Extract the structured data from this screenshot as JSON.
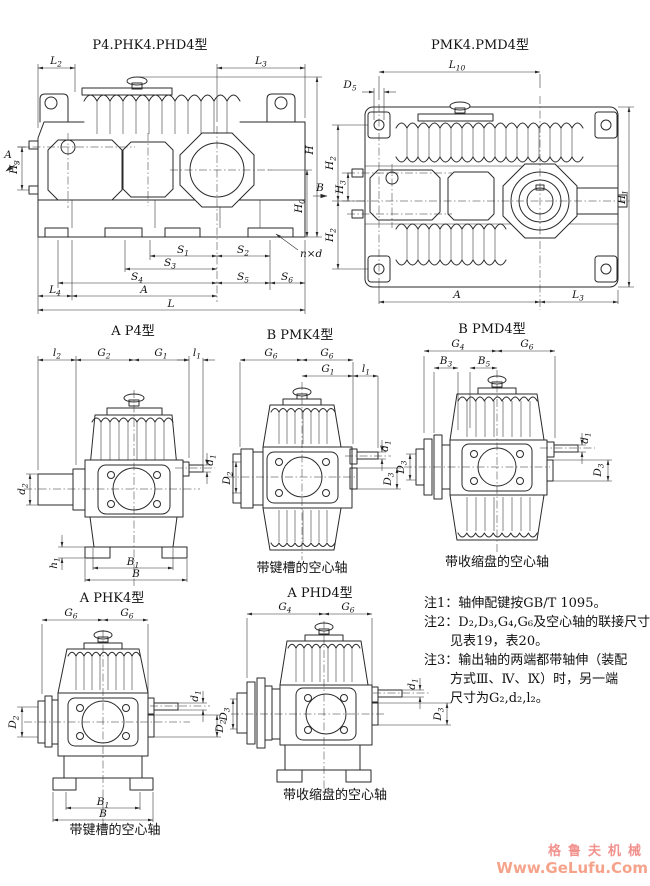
{
  "page": {
    "background": "#ffffff",
    "line_color": "#2a2a2a"
  },
  "sym": {
    "A": {
      "b": "A",
      "s": ""
    },
    "B": {
      "b": "B",
      "s": ""
    },
    "L": {
      "b": "L",
      "s": ""
    },
    "H": {
      "b": "H",
      "s": ""
    },
    "L2": {
      "b": "L",
      "s": "2"
    },
    "L3": {
      "b": "L",
      "s": "3"
    },
    "L4": {
      "b": "L",
      "s": "4"
    },
    "L10": {
      "b": "L",
      "s": "10"
    },
    "H0": {
      "b": "H",
      "s": "0"
    },
    "H1": {
      "b": "H",
      "s": "1"
    },
    "H2": {
      "b": "H",
      "s": "2"
    },
    "H3": {
      "b": "H",
      "s": "3"
    },
    "S1": {
      "b": "S",
      "s": "1"
    },
    "S2": {
      "b": "S",
      "s": "2"
    },
    "S3": {
      "b": "S",
      "s": "3"
    },
    "S4": {
      "b": "S",
      "s": "4"
    },
    "S5": {
      "b": "S",
      "s": "5"
    },
    "S6": {
      "b": "S",
      "s": "6"
    },
    "nxd": {
      "b": "n×d",
      "s": ""
    },
    "D2": {
      "b": "D",
      "s": "2"
    },
    "D3": {
      "b": "D",
      "s": "3"
    },
    "D5": {
      "b": "D",
      "s": "5"
    },
    "G1": {
      "b": "G",
      "s": "1"
    },
    "G2": {
      "b": "G",
      "s": "2"
    },
    "G4": {
      "b": "G",
      "s": "4"
    },
    "G6": {
      "b": "G",
      "s": "6"
    },
    "l1": {
      "b": "l",
      "s": "1"
    },
    "l2": {
      "b": "l",
      "s": "2"
    },
    "d1": {
      "b": "d",
      "s": "1"
    },
    "d2": {
      "b": "d",
      "s": "2"
    },
    "h1": {
      "b": "h",
      "s": "1"
    },
    "B1": {
      "b": "B",
      "s": "1"
    },
    "B3": {
      "b": "B",
      "s": "3"
    },
    "B5": {
      "b": "B",
      "s": "5"
    }
  },
  "views": {
    "front": {
      "title": "P4.PHK4.PHD4型"
    },
    "plan": {
      "title": "PMK4.PMD4型"
    },
    "a_p4": {
      "title": "A P4型"
    },
    "b_pmk4": {
      "title": "B PMK4型",
      "caption": "带键槽的空心轴"
    },
    "b_pmd4": {
      "title": "B PMD4型",
      "caption": "带收缩盘的空心轴"
    },
    "a_phk4": {
      "title": "A PHK4型",
      "caption": "带键槽的空心轴"
    },
    "a_phd4": {
      "title": "A PHD4型",
      "caption": "带收缩盘的空心轴"
    }
  },
  "notes": {
    "lines": [
      "注1：轴伸配键按GB/T 1095。",
      "注2：D₂,D₃,G₄,G₆及空心轴的联接尺寸",
      "见表19，表20。",
      "注3：输出轴的两端都带轴伸（装配",
      "方式Ⅲ、Ⅳ、Ⅸ）时，另一端",
      "尺寸为G₂,d₂,l₂。"
    ]
  },
  "watermark": {
    "line1": "格鲁夫机械",
    "line2": "Www.GeLufu.Com",
    "color1": "#f2928f",
    "color2": "#f6a38b"
  }
}
